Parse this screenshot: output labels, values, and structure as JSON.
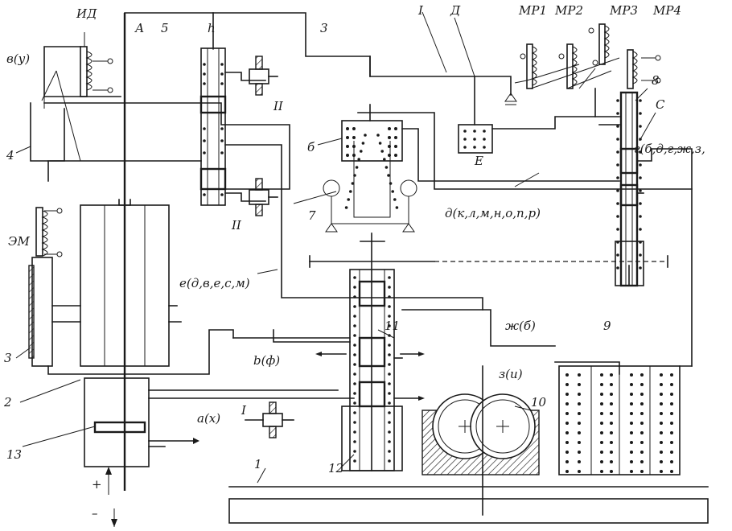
{
  "labels": {
    "id": "ИД",
    "a": "А",
    "n5": "5",
    "h": "h",
    "n3": "3",
    "roman1": "I",
    "d": "Д",
    "mr1": "МР1",
    "mr2": "МР2",
    "mr3": "МР3",
    "mr4": "МР4",
    "vy": "в(у)",
    "n4": "4",
    "b": "б",
    "roman2a": "II",
    "roman2b": "II",
    "e_cap": "Е",
    "n8": "8",
    "c_cap": "С",
    "g_list": "г(б,д,г,ж,з,",
    "n7": "7",
    "d_list": "д(к,л,м,н,о,п,р)",
    "em": "ЭМ",
    "e_list": "е(д,в,е,с,м)",
    "n3b": "3",
    "bf": "b(ф)",
    "n11": "11",
    "zh": "ж(б)",
    "n9": "9",
    "n2": "2",
    "ax": "а(х)",
    "roman1b": "I",
    "zi": "з(и)",
    "n10": "10",
    "n13": "13",
    "n12": "12",
    "n1": "1",
    "plus": "+",
    "minus": "–"
  }
}
